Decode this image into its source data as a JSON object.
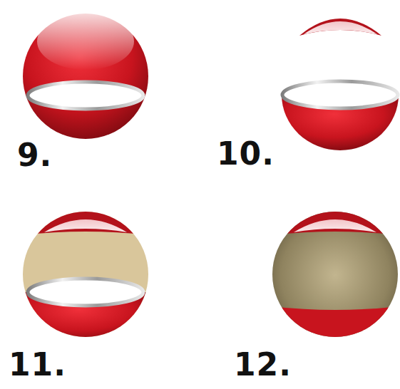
{
  "diagram": {
    "labels": [
      "9.",
      "10.",
      "11.",
      "12."
    ]
  }
}
